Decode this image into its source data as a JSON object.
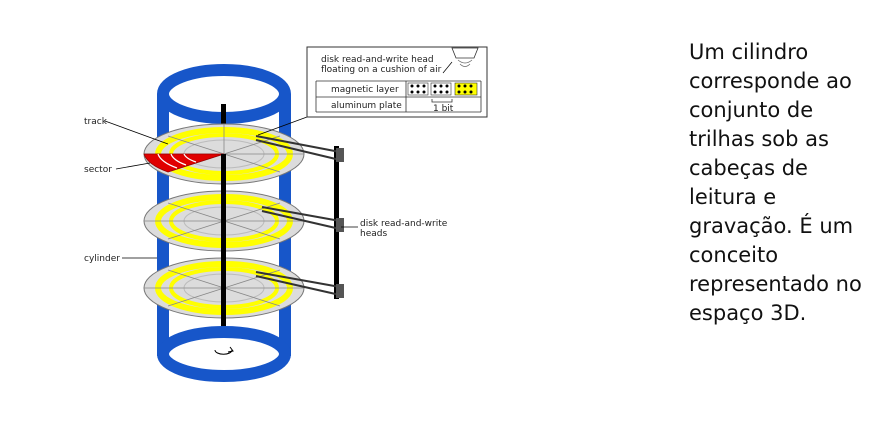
{
  "diagram": {
    "labels": {
      "track": "track",
      "sector": "sector",
      "cylinder": "cylinder",
      "heads": [
        "disk read-and-write",
        "heads"
      ],
      "head_callout": [
        "disk read-and-write head",
        "floating on a cushion of air"
      ],
      "magnetic_layer": "magnetic layer",
      "aluminum_plate": "aluminum plate",
      "bit": "1 bit"
    },
    "colors": {
      "cylinder": "#1756c9",
      "track": "#ffff00",
      "sector": "#e00000",
      "platter": "#dcdcdc",
      "bit": "#ffff00"
    }
  },
  "caption": {
    "lines": [
      "Um cilindro",
      "corresponde ao",
      "conjunto de",
      "trilhas sob as",
      "cabeças de",
      "leitura e",
      "gravação. É um",
      "conceito",
      "representado no",
      "espaço 3D."
    ]
  }
}
